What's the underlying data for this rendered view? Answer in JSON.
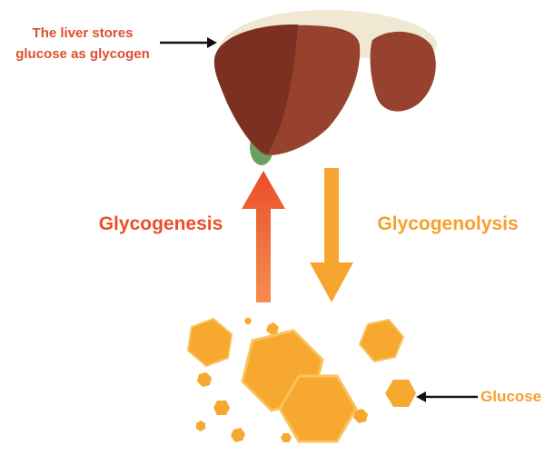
{
  "labels": {
    "liver_caption": "The liver stores\nglucose as glycogen",
    "glycogenesis": "Glycogenesis",
    "glycogenolysis": "Glycogenolysis",
    "glucose": "Glucose"
  },
  "colors": {
    "liver_base": "#96422e",
    "liver_dark": "#7c3021",
    "liver_ligament": "#efe8d2",
    "gallbladder": "#6b9f63",
    "glycogenesis_arrow_top": "#e94e2b",
    "glycogenesis_arrow_bottom": "#f78d4e",
    "glycogenolysis_arrow": "#f7a52e",
    "glucose_fill": "#f7a82e",
    "glucose_highlight": "#f9c35f",
    "caption_red": "#de4f2d",
    "caption_orange": "#f6a02a",
    "pointer_black": "#111111"
  }
}
